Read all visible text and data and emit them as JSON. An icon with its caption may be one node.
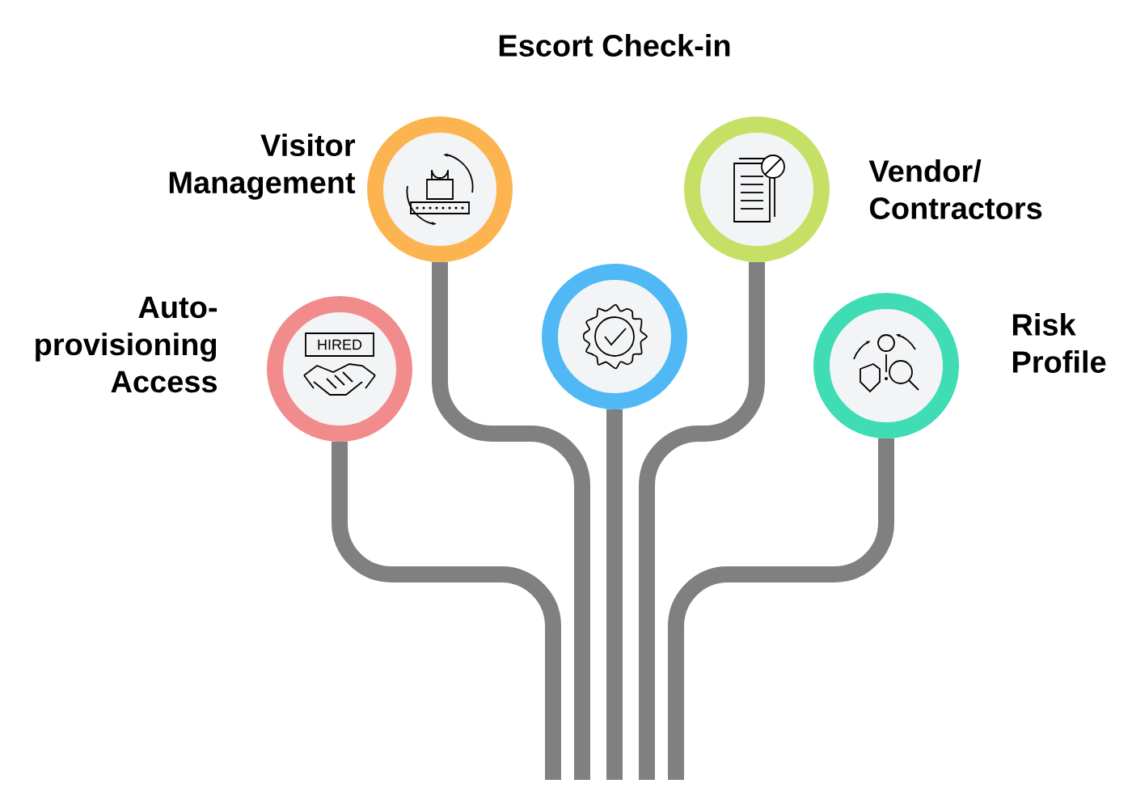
{
  "diagram": {
    "nodes": [
      {
        "text": [],
        "shape": "circle",
        "beside": [
          "Auto-provisioning Access"
        ]
      },
      {
        "text": [],
        "shape": "circle",
        "beside": [
          "Visitor Management"
        ]
      },
      {
        "text": [],
        "shape": "circle"
      },
      {
        "text": [],
        "shape": "circle",
        "beside": [
          "Vendor/ Contractors"
        ]
      },
      {
        "text": [],
        "shape": "circle",
        "beside": [
          "Risk Profile"
        ]
      }
    ],
    "edges": [
      {
        "from": 0,
        "to": null,
        "arrow": "none"
      },
      {
        "from": 1,
        "to": null,
        "arrow": "none"
      },
      {
        "from": 2,
        "to": null,
        "arrow": "none"
      },
      {
        "from": 3,
        "to": null,
        "arrow": "none"
      },
      {
        "from": 4,
        "to": null,
        "arrow": "none"
      }
    ],
    "labels": [
      "Escort Check-in",
      "HIRED"
    ]
  }
}
